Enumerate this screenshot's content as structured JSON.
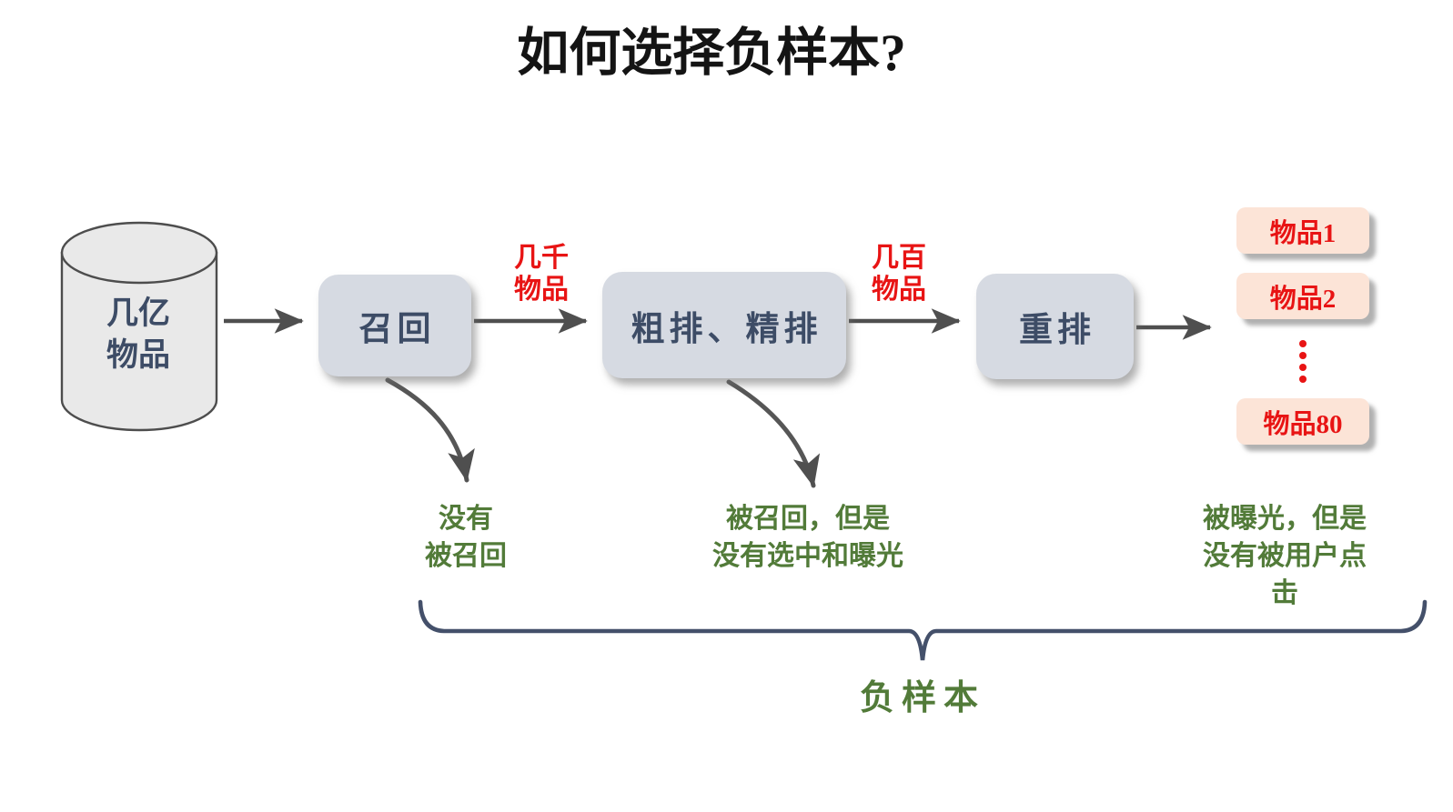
{
  "title": "如何选择负样本?",
  "source": {
    "label": "几亿\n物品"
  },
  "stages": [
    {
      "label": "召回"
    },
    {
      "label": "粗排、精排"
    },
    {
      "label": "重排"
    }
  ],
  "edge_labels": [
    {
      "label": "几千\n物品"
    },
    {
      "label": "几百\n物品"
    }
  ],
  "items": [
    {
      "label": "物品1"
    },
    {
      "label": "物品2"
    },
    {
      "label": "物品80"
    }
  ],
  "annotations": [
    {
      "label": "没有\n被召回"
    },
    {
      "label": "被召回，但是\n没有选中和曝光"
    },
    {
      "label": "被曝光，但是\n没有被用户点击"
    }
  ],
  "brace_label": "负样本",
  "colors": {
    "stage_fill": "#d6dae2",
    "stage_text": "#3d4c66",
    "item_fill": "#fce4d7",
    "red_accent": "#e81414",
    "green_accent": "#527b39",
    "arrow_gray": "#4f4f4f",
    "brace_navy": "#44506a",
    "cylinder_fill": "#e9e9e9"
  }
}
